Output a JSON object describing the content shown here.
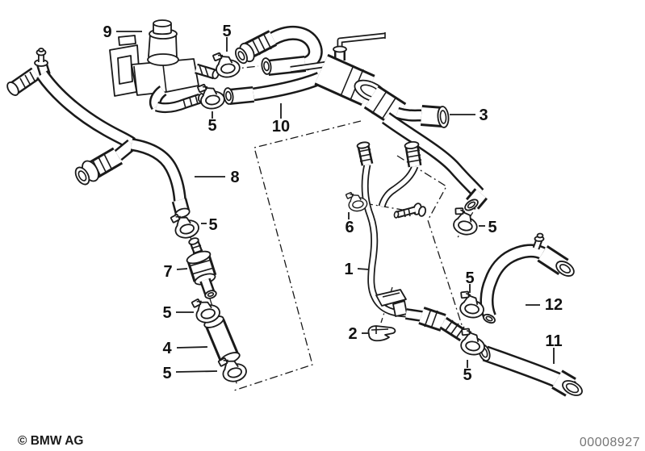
{
  "colors": {
    "ink": "#1a1a1a",
    "background": "#ffffff",
    "part_number_gray": "#767676"
  },
  "callouts": [
    {
      "label": "9"
    },
    {
      "label": "5"
    },
    {
      "label": "5"
    },
    {
      "label": "10"
    },
    {
      "label": "3"
    },
    {
      "label": "8"
    },
    {
      "label": "5"
    },
    {
      "label": "6"
    },
    {
      "label": "5"
    },
    {
      "label": "7"
    },
    {
      "label": "1"
    },
    {
      "label": "5"
    },
    {
      "label": "12"
    },
    {
      "label": "4"
    },
    {
      "label": "2"
    },
    {
      "label": "5"
    },
    {
      "label": "5"
    },
    {
      "label": "5"
    },
    {
      "label": "11"
    }
  ],
  "footer": {
    "copyright": "© BMW AG",
    "part_number": "00008927"
  }
}
